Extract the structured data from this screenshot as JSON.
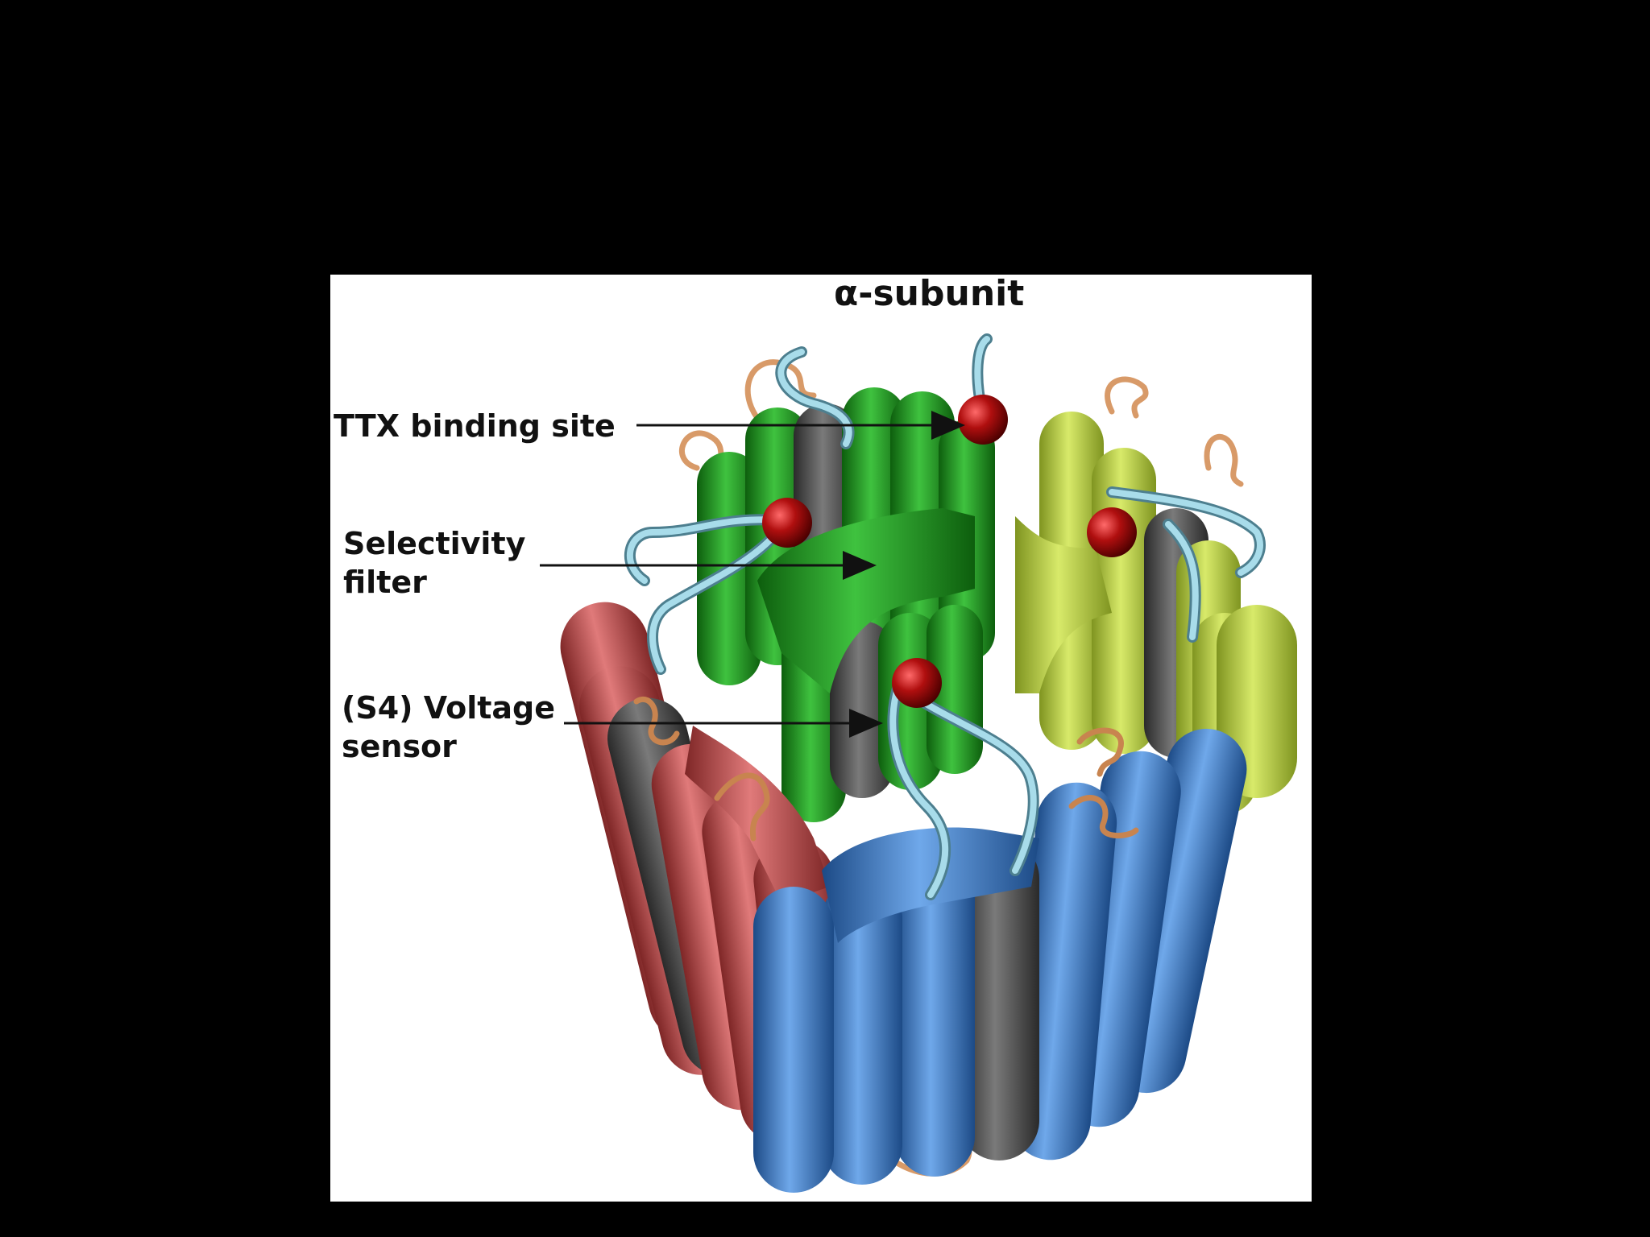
{
  "figure": {
    "title": "α-subunit",
    "labels": {
      "ttx": "TTX binding site",
      "selectivity": "Selectivity\nfilter",
      "s4": "(S4) Voltage\nsensor"
    },
    "colors": {
      "background": "#000000",
      "panel": "#ffffff",
      "domain_green": "#1f9a1f",
      "domain_yellow": "#b8cf3c",
      "domain_red": "#c44f4f",
      "domain_blue": "#3f7fcf",
      "s4_helix": "#505050",
      "loop_light_blue": "#9fd2e0",
      "loop_orange": "#d89a68",
      "ttx_sphere": "#a80d0d"
    }
  }
}
